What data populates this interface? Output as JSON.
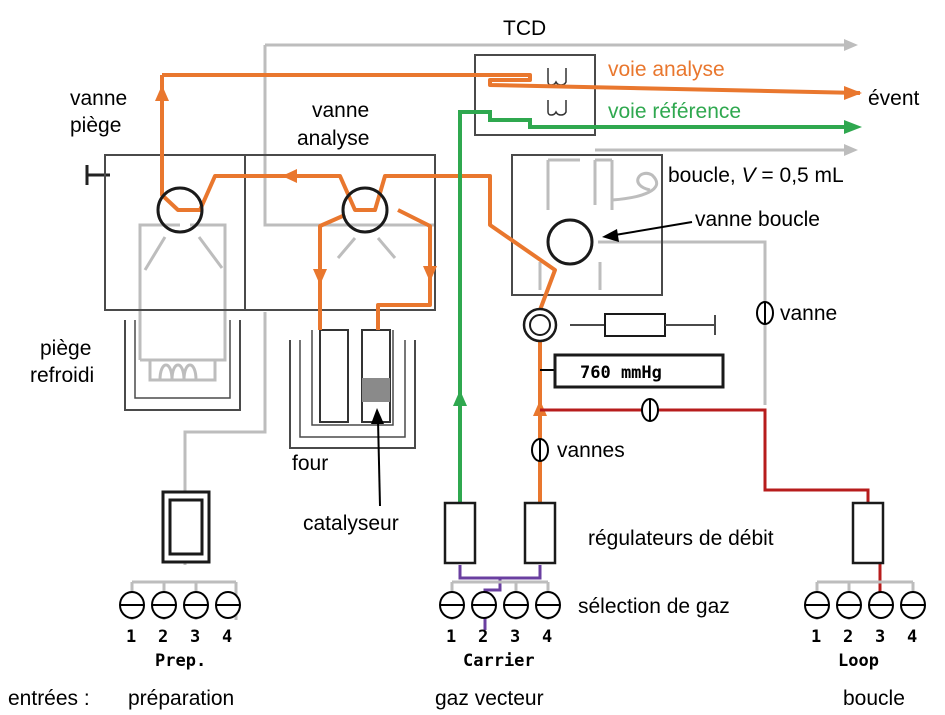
{
  "labels": {
    "tcd": "TCD",
    "voie_analyse": "voie analyse",
    "voie_reference": "voie référence",
    "event": "évent",
    "vanne_piege_1": "vanne",
    "vanne_piege_2": "piège",
    "vanne_analyse_1": "vanne",
    "vanne_analyse_2": "analyse",
    "boucle_prefix": "boucle, ",
    "boucle_var": "V",
    "boucle_suffix": " = 0,5 mL",
    "vanne_boucle": "vanne boucle",
    "vanne": "vanne",
    "piege_refroidi_1": "piège",
    "piege_refroidi_2": "refroidi",
    "pressure": "760 mmHg",
    "vannes": "vannes",
    "four": "four",
    "catalyseur": "catalyseur",
    "regulateurs": "régulateurs de débit",
    "selection_gaz": "sélection de gaz",
    "entrees": "entrées :",
    "preparation": "préparation",
    "gaz_vecteur": "gaz vecteur",
    "boucle_bottom": "boucle"
  },
  "groups": {
    "prep": {
      "name": "Prep.",
      "ports": [
        "1",
        "2",
        "3",
        "4"
      ]
    },
    "carrier": {
      "name": "Carrier",
      "ports": [
        "1",
        "2",
        "3",
        "4"
      ]
    },
    "loop": {
      "name": "Loop",
      "ports": [
        "1",
        "2",
        "3",
        "4"
      ]
    }
  },
  "colors": {
    "analysis_line": "#e9772e",
    "reference_line": "#2fa84f",
    "loop_line": "#b71c1c",
    "carrier_selection": "#6a3fa0",
    "inactive_line": "#bdbdbd"
  }
}
